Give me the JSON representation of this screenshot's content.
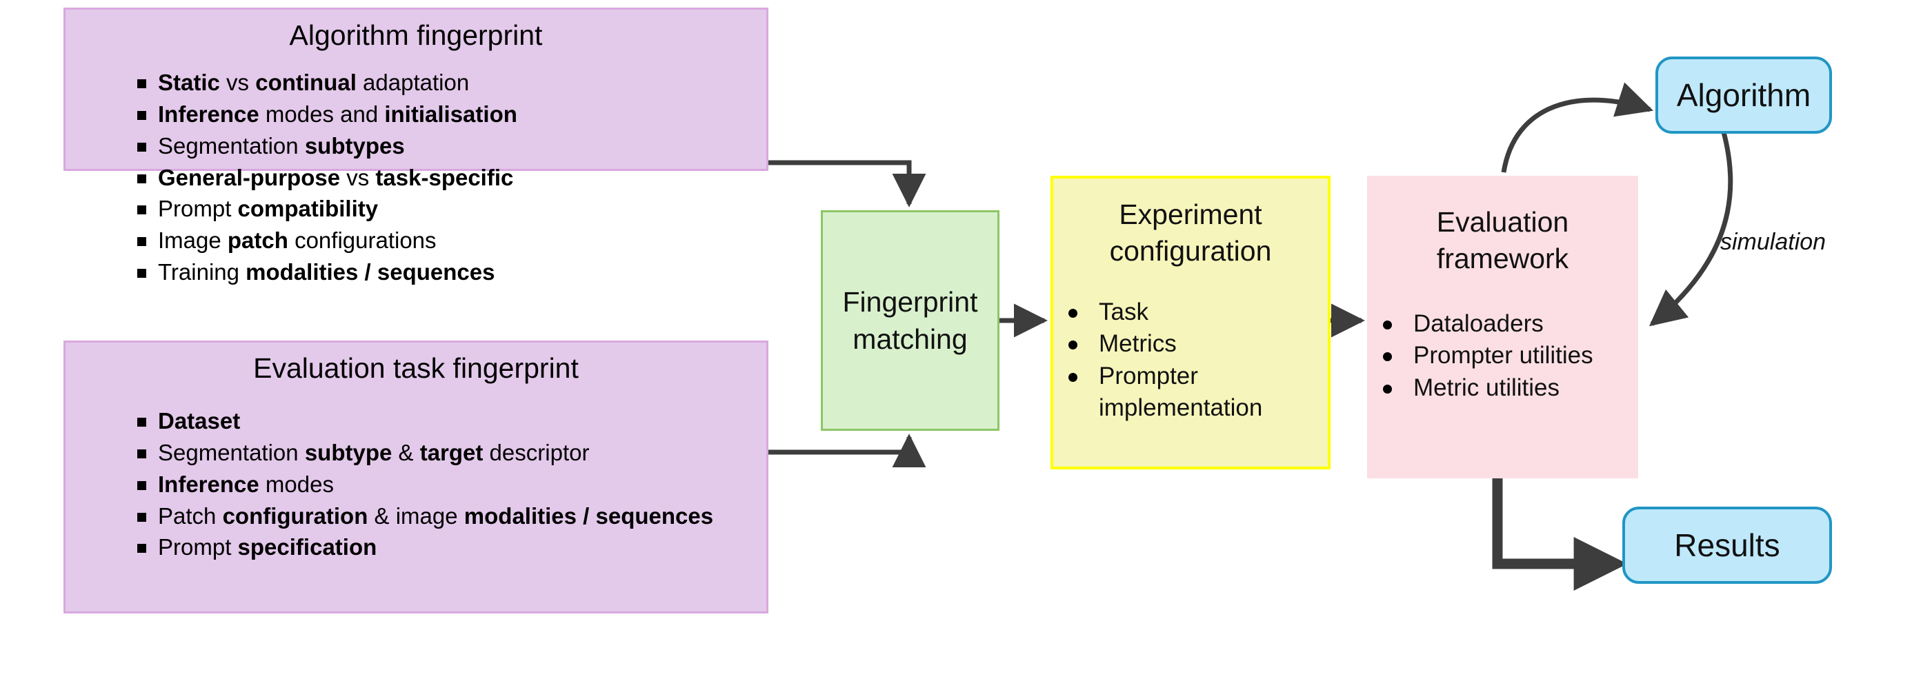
{
  "diagram": {
    "title": "Algorithm and evaluation-task fingerprint matching pipeline",
    "colors": {
      "purple_fill": "#e3c9ea",
      "purple_border": "#d9a8e0",
      "green_fill": "#d9f0cd",
      "green_border": "#8cc665",
      "yellow_fill": "#f6f5bb",
      "yellow_border": "#ffff00",
      "pink_fill": "#fbdfe5",
      "blue_fill": "#bfe9fb",
      "blue_border": "#2196c4",
      "arrow": "#3d3d3d"
    }
  },
  "algorithm_fingerprint": {
    "title": "Algorithm fingerprint",
    "items": [
      [
        {
          "t": "Static",
          "b": true
        },
        {
          "t": " vs ",
          "b": false
        },
        {
          "t": "continual",
          "b": true
        },
        {
          "t": " adaptation",
          "b": false
        }
      ],
      [
        {
          "t": "Inference",
          "b": true
        },
        {
          "t": " modes and ",
          "b": false
        },
        {
          "t": "initialisation",
          "b": true
        }
      ],
      [
        {
          "t": "Segmentation ",
          "b": false
        },
        {
          "t": "subtypes",
          "b": true
        }
      ],
      [
        {
          "t": "General-purpose",
          "b": true
        },
        {
          "t": " vs ",
          "b": false
        },
        {
          "t": "task-specific",
          "b": true
        }
      ],
      [
        {
          "t": "Prompt ",
          "b": false
        },
        {
          "t": "compatibility",
          "b": true
        }
      ],
      [
        {
          "t": "Image ",
          "b": false
        },
        {
          "t": "patch",
          "b": true
        },
        {
          "t": " configurations",
          "b": false
        }
      ],
      [
        {
          "t": "Training ",
          "b": false
        },
        {
          "t": "modalities / sequences",
          "b": true
        }
      ]
    ]
  },
  "evaluation_task_fingerprint": {
    "title": "Evaluation task fingerprint",
    "items": [
      [
        {
          "t": "Dataset",
          "b": true
        }
      ],
      [
        {
          "t": "Segmentation ",
          "b": false
        },
        {
          "t": "subtype",
          "b": true
        },
        {
          "t": " & ",
          "b": false
        },
        {
          "t": "target",
          "b": true
        },
        {
          "t": " descriptor",
          "b": false
        }
      ],
      [
        {
          "t": "Inference",
          "b": true
        },
        {
          "t": " modes",
          "b": false
        }
      ],
      [
        {
          "t": "Patch ",
          "b": false
        },
        {
          "t": "configuration",
          "b": true
        },
        {
          "t": " & image ",
          "b": false
        },
        {
          "t": "modalities / sequences",
          "b": true
        }
      ],
      [
        {
          "t": "Prompt ",
          "b": false
        },
        {
          "t": "specification",
          "b": true
        }
      ]
    ]
  },
  "fingerprint_matching": {
    "line1": "Fingerprint",
    "line2": "matching"
  },
  "experiment_configuration": {
    "line1": "Experiment",
    "line2": "configuration",
    "items": [
      "Task",
      "Metrics",
      "Prompter implementation"
    ]
  },
  "evaluation_framework": {
    "line1": "Evaluation",
    "line2": "framework",
    "items": [
      "Dataloaders",
      "Prompter utilities",
      "Metric utilities"
    ]
  },
  "algorithm_node": {
    "label": "Algorithm"
  },
  "results_node": {
    "label": "Results"
  },
  "edges": {
    "simulation_label": "simulation"
  }
}
